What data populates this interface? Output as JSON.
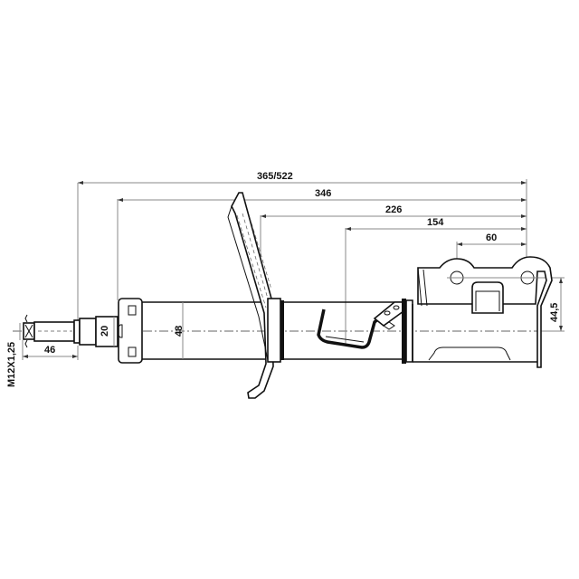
{
  "drawing": {
    "title": "Shock absorber strut technical drawing",
    "background": "#ffffff",
    "line_color": "#111111",
    "dimensions": {
      "overall_length": "365/522",
      "body_length": "346",
      "spring_seat_to_end": "226",
      "bracket_to_end": "154",
      "mount_hole_spacing": "60",
      "mount_height": "44,5",
      "body_diameter": "48",
      "rod_collar_diameter": "20",
      "thread_length": "46",
      "thread_spec": "M12X1,25"
    }
  }
}
